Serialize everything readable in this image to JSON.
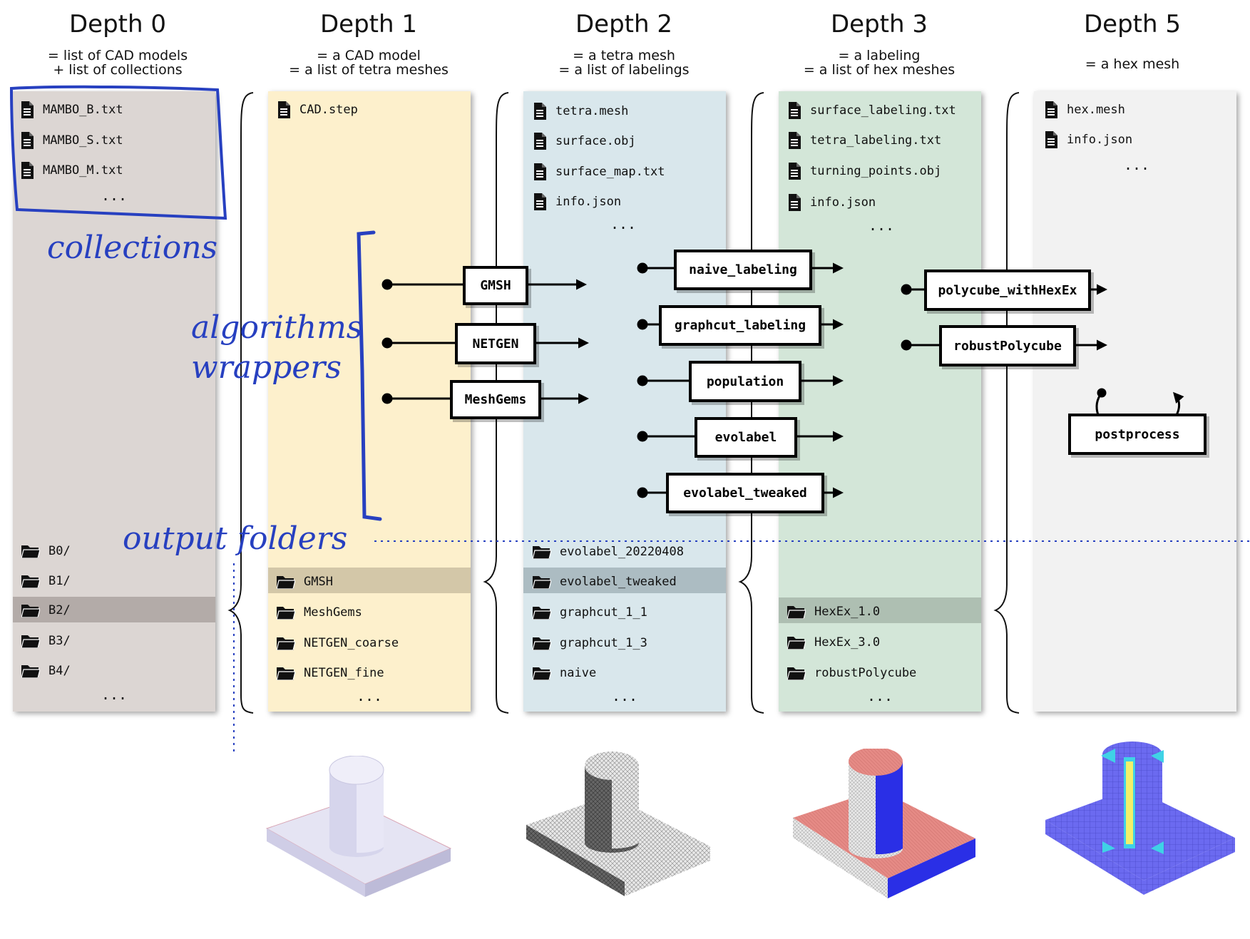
{
  "columns": [
    {
      "title": "Depth 0",
      "sub1": "= list of CAD models",
      "sub2": "+ list of collections"
    },
    {
      "title": "Depth 1",
      "sub1": "= a CAD model",
      "sub2": "= a list of tetra meshes"
    },
    {
      "title": "Depth 2",
      "sub1": "= a tetra mesh",
      "sub2": "= a list of labelings"
    },
    {
      "title": "Depth 3",
      "sub1": "= a labeling",
      "sub2": "= a list of hex meshes"
    },
    {
      "title": "Depth 5",
      "sub1": "= a hex mesh",
      "sub2": ""
    }
  ],
  "depth0": {
    "files": [
      "MAMBO_B.txt",
      "MAMBO_S.txt",
      "MAMBO_M.txt"
    ],
    "folders": [
      "B0/",
      "B1/",
      "B2/",
      "B3/",
      "B4/"
    ],
    "highlighted_folder": "B2/"
  },
  "depth1": {
    "files": [
      "CAD.step"
    ],
    "folders": [
      "GMSH",
      "MeshGems",
      "NETGEN_coarse",
      "NETGEN_fine"
    ],
    "highlighted_folder": "GMSH",
    "algorithms": [
      "GMSH",
      "NETGEN",
      "MeshGems"
    ]
  },
  "depth2": {
    "files": [
      "tetra.mesh",
      "surface.obj",
      "surface_map.txt",
      "info.json"
    ],
    "folders": [
      "evolabel_20220408",
      "evolabel_tweaked",
      "graphcut_1_1",
      "graphcut_1_3",
      "naive"
    ],
    "highlighted_folder": "evolabel_tweaked",
    "algorithms": [
      "naive_labeling",
      "graphcut_labeling",
      "population",
      "evolabel",
      "evolabel_tweaked"
    ]
  },
  "depth3": {
    "files": [
      "surface_labeling.txt",
      "tetra_labeling.txt",
      "turning_points.obj",
      "info.json"
    ],
    "folders": [
      "HexEx_1.0",
      "HexEx_3.0",
      "robustPolycube"
    ],
    "highlighted_folder": "HexEx_1.0",
    "algorithms": [
      "polycube_withHexEx",
      "robustPolycube"
    ]
  },
  "depth5": {
    "files": [
      "hex.mesh",
      "info.json"
    ],
    "algorithms": [
      "postprocess"
    ]
  },
  "ellipsis": "...",
  "annotations": {
    "collections": "collections",
    "algorithms": "algorithms",
    "wrappers": "wrappers",
    "output_folders": "output folders"
  },
  "colors": {
    "depth0": "#dcd6d3",
    "depth1": "#fdf0cc",
    "depth2": "#d9e7ec",
    "depth3": "#d3e6d8",
    "depth5": "#f2f2f2",
    "annotation": "#2740c0",
    "label_red": "#e58a85",
    "label_blue": "#2a2fe6",
    "hex_purple": "#6b6af0",
    "hex_yellow": "#f3f06a",
    "hex_cyan": "#3fd2e6"
  }
}
